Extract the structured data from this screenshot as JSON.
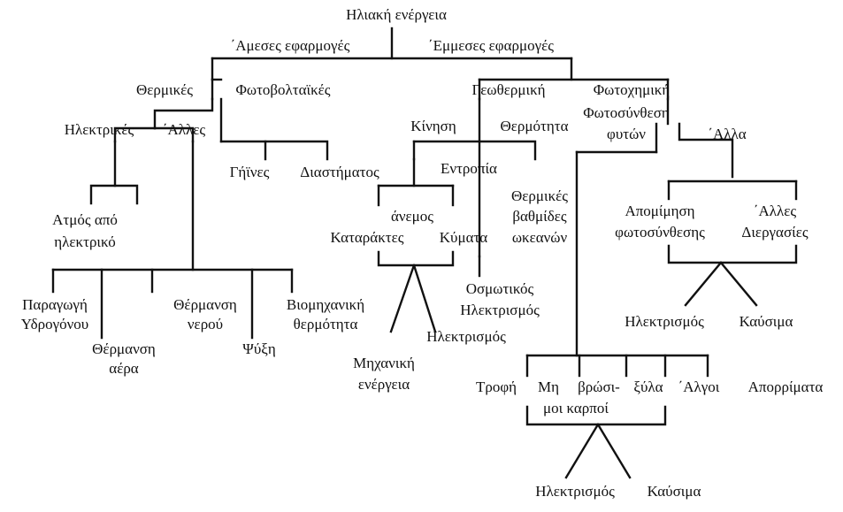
{
  "diagram": {
    "root": "Ηλιακή ενέργεια",
    "branches": {
      "direct": "΄Αμεσες εφαρμογές",
      "indirect": "΄Εμμεσες εφαρμογές"
    },
    "direct": {
      "thermal": "Θερμικές",
      "photovoltaic": "Φωτοβολταϊκές",
      "electrical": "Ηλεκτρικές",
      "other": "΄Αλλες",
      "steam_line1": "Ατμός από",
      "steam_line2": "ηλεκτρικό",
      "pv_terrestrial": "Γήϊνες",
      "pv_space": "Διαστήματος",
      "hydrogen_line1": "Παραγωγή",
      "hydrogen_line2": "Υδρογόνου",
      "air_heat_line1": "Θέρμανση",
      "air_heat_line2": "αέρα",
      "water_heat_line1": "Θέρμανση",
      "water_heat_line2": "νερού",
      "cooling": "Ψύξη",
      "industrial_line1": "Βιομηχανική",
      "industrial_line2": "θερμότητα"
    },
    "indirect": {
      "geothermal": "Γεωθερμική",
      "photochemical": "Φωτοχημική",
      "motion": "Κίνηση",
      "heat": "Θερμότητα",
      "entropy": "Εντροπία",
      "wind": "άνεμος",
      "waterfalls": "Καταράκτες",
      "waves": "Κύματα",
      "gradients_line1": "Θερμικές",
      "gradients_line2": "βαθμίδες",
      "gradients_line3": "ωκεανών",
      "osmotic_line1": "Οσμωτικός",
      "osmotic_line2": "Ηλεκτρισμός",
      "mechanical_line1": "Μηχανική",
      "mechanical_line2": "ενέργεια",
      "electricity_a": "Ηλεκτρισμός",
      "photosynthesis_line1": "Φωτοσύνθεση",
      "photosynthesis_line2": "φυτών",
      "other2": "΄Αλλα",
      "storage_line1": "Απομίμηση",
      "storage_line2": "φωτοσύνθεσης",
      "processes_line1": "΄Αλλες",
      "processes_line2": "Διεργασίες",
      "electricity_b": "Ηλεκτρισμός",
      "fuels_b": "Καύσιμα",
      "food": "Τροφή",
      "non_food_line1": "Μη",
      "non_food_line2": "βρώσι-",
      "non_food_line3": "μοι καρποί",
      "wood": "ξύλα",
      "algae": "΄Αλγοι",
      "waste": "Απορρίματα",
      "electricity_c": "Ηλεκτρισμός",
      "fuels_c": "Καύσιμα"
    }
  }
}
